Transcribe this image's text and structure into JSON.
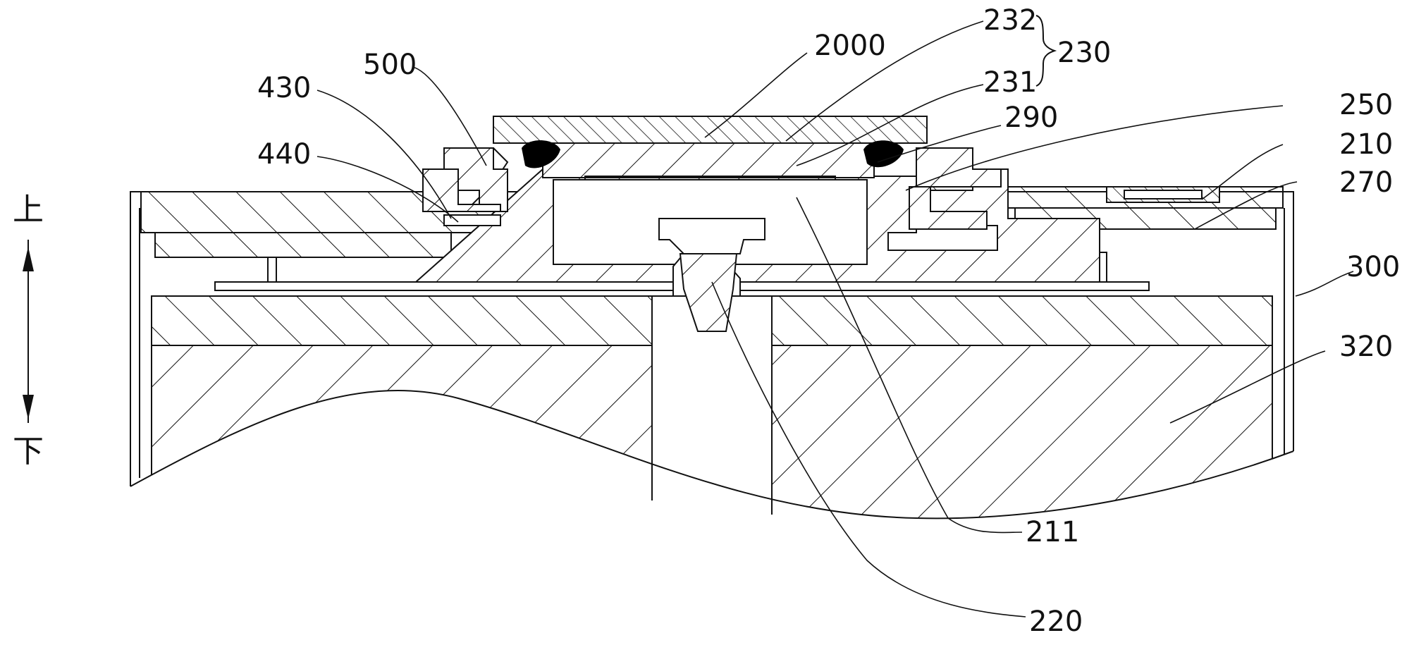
{
  "labels": {
    "l2000": "2000",
    "l232": "232",
    "l231": "231",
    "l230": "230",
    "l290": "290",
    "l250": "250",
    "l210": "210",
    "l270": "270",
    "l300": "300",
    "l320": "320",
    "l211": "211",
    "l220": "220",
    "l500": "500",
    "l430": "430",
    "l440": "440"
  },
  "direction": {
    "up": "上",
    "down": "下"
  }
}
